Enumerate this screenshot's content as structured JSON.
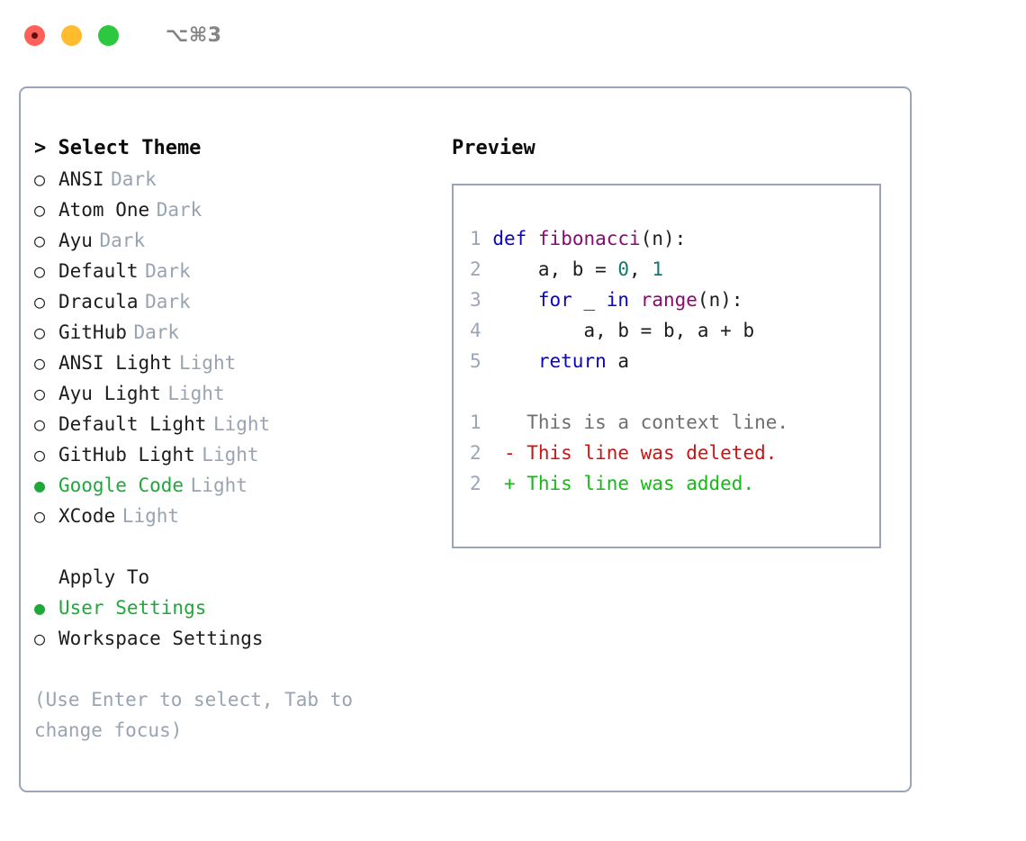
{
  "titlebar": {
    "buttons": [
      {
        "name": "close-button",
        "color": "#ff6159"
      },
      {
        "name": "minimize-button",
        "color": "#ffbd2e"
      },
      {
        "name": "maximize-button",
        "color": "#2bc840"
      }
    ],
    "shortcut": "⌥⌘3"
  },
  "colors": {
    "accent_green": "#1ea83a",
    "muted_gray": "#98a3b3",
    "border": "#9aa5b7",
    "keyword": "#0a04c4",
    "function": "#8b0a72",
    "number": "#0c7b6e",
    "diff_added": "#13bb13",
    "diff_deleted": "#cc1414",
    "diff_context": "#6f6f6f"
  },
  "theme_picker": {
    "header": "> Select Theme",
    "options": [
      {
        "marker": "○",
        "name": "ANSI",
        "variant": "Dark",
        "selected": false
      },
      {
        "marker": "○",
        "name": "Atom One",
        "variant": "Dark",
        "selected": false
      },
      {
        "marker": "○",
        "name": "Ayu",
        "variant": "Dark",
        "selected": false
      },
      {
        "marker": "○",
        "name": "Default",
        "variant": "Dark",
        "selected": false
      },
      {
        "marker": "○",
        "name": "Dracula",
        "variant": "Dark",
        "selected": false
      },
      {
        "marker": "○",
        "name": "GitHub",
        "variant": "Dark",
        "selected": false
      },
      {
        "marker": "○",
        "name": "ANSI Light",
        "variant": "Light",
        "selected": false
      },
      {
        "marker": "○",
        "name": "Ayu Light",
        "variant": "Light",
        "selected": false
      },
      {
        "marker": "○",
        "name": "Default Light",
        "variant": "Light",
        "selected": false
      },
      {
        "marker": "○",
        "name": "GitHub Light",
        "variant": "Light",
        "selected": false
      },
      {
        "marker": "●",
        "name": "Google Code",
        "variant": "Light",
        "selected": true
      },
      {
        "marker": "○",
        "name": "XCode",
        "variant": "Light",
        "selected": false
      }
    ]
  },
  "apply_to": {
    "header": "Apply To",
    "options": [
      {
        "marker": "●",
        "name": "User Settings",
        "selected": true
      },
      {
        "marker": "○",
        "name": "Workspace Settings",
        "selected": false
      }
    ]
  },
  "hint": "(Use Enter to select, Tab to change focus)",
  "preview": {
    "title": "Preview",
    "code_lines": [
      {
        "no": "1",
        "indent": "",
        "tokens": [
          {
            "t": "def",
            "c": "kw"
          },
          {
            "t": " ",
            "c": "txt"
          },
          {
            "t": "fibonacci",
            "c": "fn"
          },
          {
            "t": "(n):",
            "c": "txt"
          }
        ]
      },
      {
        "no": "2",
        "indent": "    ",
        "tokens": [
          {
            "t": "a, b = ",
            "c": "txt"
          },
          {
            "t": "0",
            "c": "num"
          },
          {
            "t": ", ",
            "c": "txt"
          },
          {
            "t": "1",
            "c": "num"
          }
        ]
      },
      {
        "no": "3",
        "indent": "    ",
        "tokens": [
          {
            "t": "for",
            "c": "kw"
          },
          {
            "t": " _ ",
            "c": "txt"
          },
          {
            "t": "in",
            "c": "kw"
          },
          {
            "t": " ",
            "c": "txt"
          },
          {
            "t": "range",
            "c": "fn"
          },
          {
            "t": "(n):",
            "c": "txt"
          }
        ]
      },
      {
        "no": "4",
        "indent": "        ",
        "tokens": [
          {
            "t": "a, b = b, a + b",
            "c": "txt"
          }
        ]
      },
      {
        "no": "5",
        "indent": "    ",
        "tokens": [
          {
            "t": "return",
            "c": "kw"
          },
          {
            "t": " a",
            "c": "txt"
          }
        ]
      }
    ],
    "diff_lines": [
      {
        "no": "1",
        "sign": "  ",
        "text": "This is a context line.",
        "kind": "ctx"
      },
      {
        "no": "2",
        "sign": "- ",
        "text": "This line was deleted.",
        "kind": "del"
      },
      {
        "no": "2",
        "sign": "+ ",
        "text": "This line was added.",
        "kind": "add"
      }
    ]
  }
}
